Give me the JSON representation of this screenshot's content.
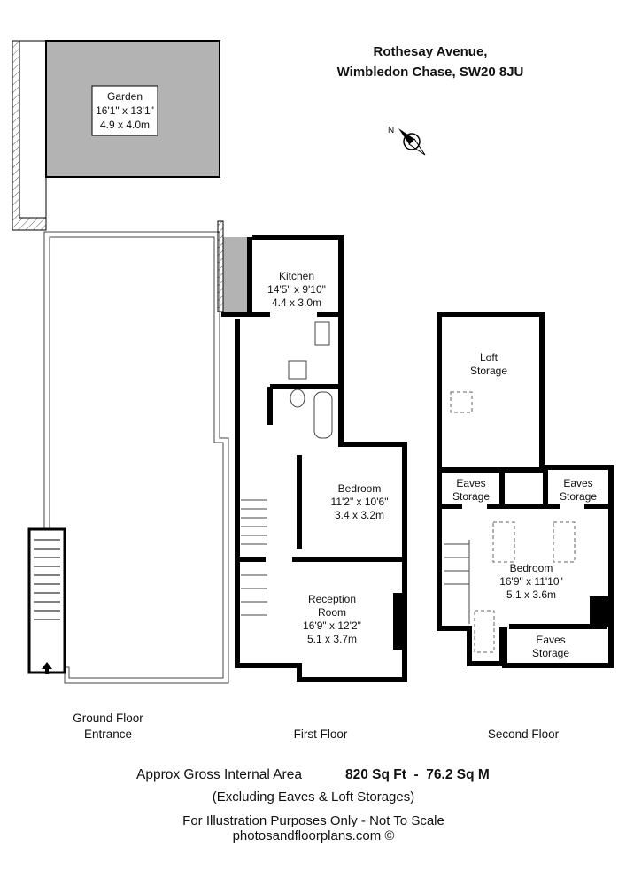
{
  "address": {
    "line1": "Rothesay Avenue,",
    "line2": "Wimbledon Chase, SW20 8JU"
  },
  "compass": {
    "label": "N"
  },
  "rooms": {
    "garden": {
      "name": "Garden",
      "imperial": "16'1\" x 13'1\"",
      "metric": "4.9 x 4.0m"
    },
    "kitchen": {
      "name": "Kitchen",
      "imperial": "14'5\" x 9'10\"",
      "metric": "4.4 x 3.0m"
    },
    "bedroom1": {
      "name": "Bedroom",
      "imperial": "11'2\" x 10'6\"",
      "metric": "3.4 x 3.2m"
    },
    "reception": {
      "name1": "Reception",
      "name2": "Room",
      "imperial": "16'9\" x 12'2\"",
      "metric": "5.1 x 3.7m"
    },
    "loft": {
      "name1": "Loft",
      "name2": "Storage"
    },
    "eaves_left": {
      "name1": "Eaves",
      "name2": "Storage"
    },
    "eaves_right": {
      "name1": "Eaves",
      "name2": "Storage"
    },
    "eaves_bottom": {
      "name1": "Eaves",
      "name2": "Storage"
    },
    "bedroom2": {
      "name": "Bedroom",
      "imperial": "16'9\" x 11'10\"",
      "metric": "5.1 x 3.6m"
    }
  },
  "floors": {
    "ground1": "Ground Floor",
    "ground2": "Entrance",
    "first": "First Floor",
    "second": "Second Floor"
  },
  "footer": {
    "area_label": "Approx Gross Internal Area",
    "area_value": "820 Sq Ft  -  76.2 Sq M",
    "excluding": "(Excluding Eaves & Loft Storages)",
    "disclaimer": "For Illustration Purposes Only - Not To Scale",
    "credit": "photosandfloorplans.com ©"
  },
  "colors": {
    "garden": "#b3b3b3",
    "wall": "#000000"
  }
}
